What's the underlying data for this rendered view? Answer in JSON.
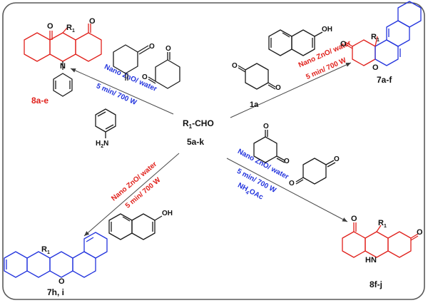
{
  "colors": {
    "frame": "#5a5a5a",
    "text": "#111111",
    "red": "#e0201b",
    "blue": "#2233dd",
    "structure": "#1a1a1a"
  },
  "center": {
    "reagent_r": "R",
    "reagent_sub": "1",
    "reagent_rest": "-CHO",
    "reagent_compound": "5a-k"
  },
  "reagents": {
    "aniline_nh": "H",
    "aniline_nh_sub": "2",
    "aniline_n": "N",
    "naphthol_oh": "OH",
    "dione_o": "O",
    "compound_1a": "1a"
  },
  "conditions": {
    "upper_left_red": "Nano ZnO/ water",
    "upper_left_blue": "5 min/ 700 W",
    "upper_right_red": "Nano ZnO/ water",
    "upper_right_blue": "5 min/ 700 W",
    "lower_left_red": "Nano ZnO/ water",
    "lower_left_blue": "5 min/ 700 W",
    "lower_right_blue1": "Nano ZnO/ water",
    "lower_right_blue2": "5 min/ 700 W",
    "lower_right_nh": "NH",
    "lower_right_nh_sub": "4",
    "lower_right_oac": "OAc"
  },
  "products": {
    "p8ae": {
      "label": "8a-e",
      "r1": "R",
      "r1_sub": "1",
      "o": "O",
      "n": "N"
    },
    "p7af": {
      "label": "7a-f",
      "r1": "R",
      "r1_sub": "1",
      "o": "O"
    },
    "p7hi": {
      "label": "7h, i",
      "r1": "R",
      "r1_sub": "1",
      "o": "O"
    },
    "p8fj": {
      "label": "8f-j",
      "r1": "R",
      "r1_sub": "1",
      "o": "O",
      "hn": "HN"
    }
  }
}
